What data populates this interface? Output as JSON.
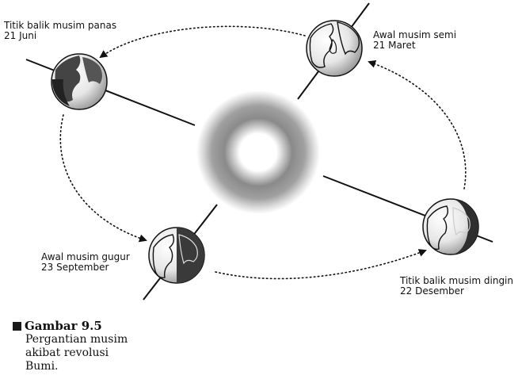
{
  "diagram": {
    "positions": [
      {
        "id": "summer",
        "label_line1": "Titik balik musim panas",
        "label_line2": "21 Juni"
      },
      {
        "id": "spring",
        "label_line1": "Awal musim semi",
        "label_line2": "21 Maret"
      },
      {
        "id": "autumn",
        "label_line1": "Awal musim gugur",
        "label_line2": "23 September"
      },
      {
        "id": "winter",
        "label_line1": "Titik balik musim dingin",
        "label_line2": "22 Desember"
      }
    ]
  },
  "caption": {
    "title": "Gambar 9.5",
    "lines": [
      "Pergantian musim",
      "akibat revolusi",
      "Bumi."
    ]
  }
}
